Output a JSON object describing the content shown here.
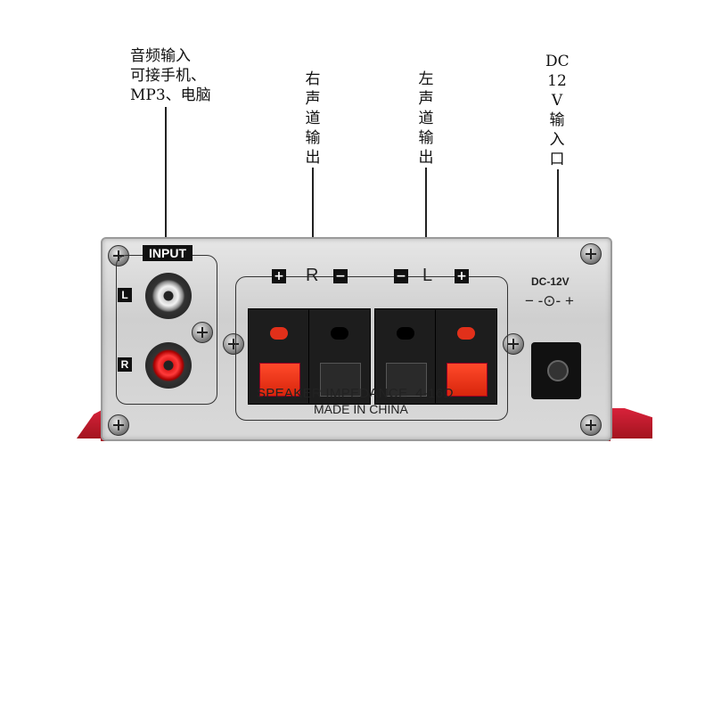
{
  "callouts": {
    "audio_input": [
      "音频输入",
      "可接手机、",
      "MP3、电脑"
    ],
    "right_channel": "右声道输出",
    "left_channel": "左声道输出",
    "dc_input": [
      "DC",
      "12",
      "V",
      "输",
      "入",
      "口"
    ]
  },
  "panel": {
    "input_label": "INPUT",
    "left_badge": "L",
    "right_badge": "R",
    "speaker_r": "R",
    "speaker_l": "L",
    "plus": "+",
    "minus": "−",
    "impedance_text": "SPEAKER IMPEDANCE  4-16Ω",
    "made_in": "MADE IN CHINA",
    "dc_label": "DC-12V",
    "dc_polarity": "− -⊙- +"
  },
  "colors": {
    "rail_red": "#c41a2a",
    "lever_red": "#f03a1a",
    "panel_silver": "#d9d9d9"
  }
}
